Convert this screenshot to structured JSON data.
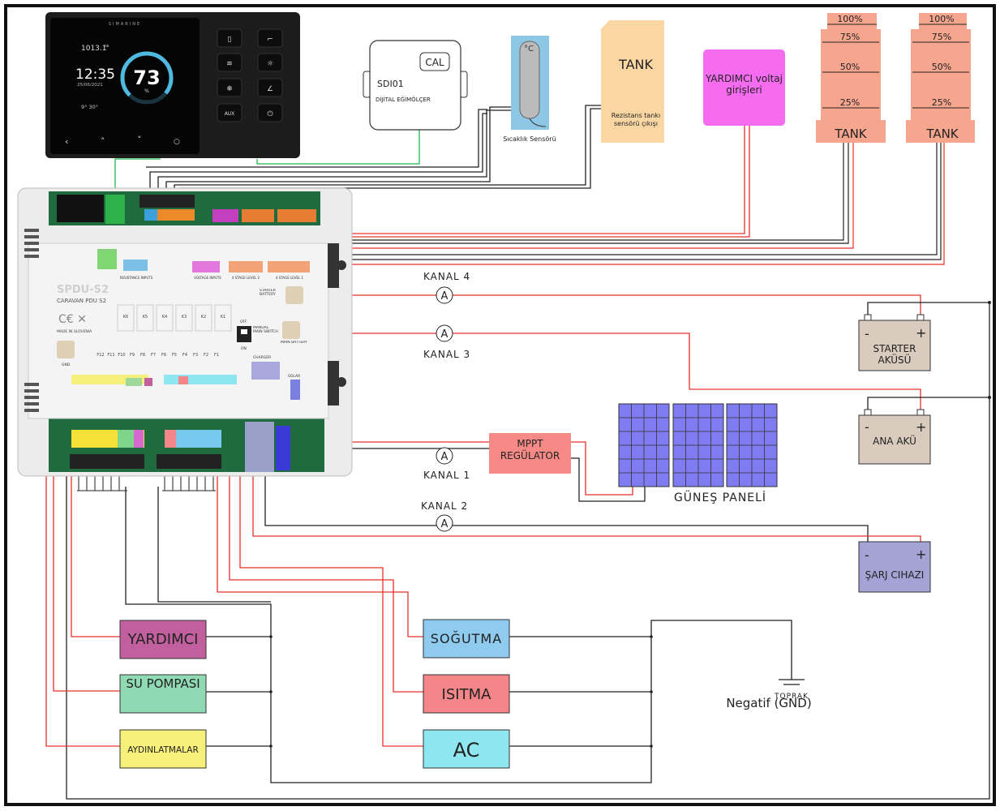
{
  "colors": {
    "frame": "#111111",
    "red_wire": "#e8302a",
    "black_wire": "#222222",
    "green_wire": "#22b84a",
    "yardimci_box": "#c25f9e",
    "su_pompasi_box": "#8fd9b3",
    "aydinlatmalar_box": "#f6f07a",
    "sogutma_box": "#8ecbef",
    "isitma_box": "#f4868a",
    "ac_box": "#8de6f0",
    "mppt_box": "#f78a86",
    "battery_box": "#d9cbbd",
    "charger_box": "#a3a3d6",
    "tank_sensor_box": "#fad6a3",
    "aux_voltage_box": "#f66cf0",
    "tank_box": "#f6a58e",
    "temp_sensor_box": "#8ec7e6",
    "solar_cell": "#7f7bf0"
  },
  "display": {
    "brand": "SIMARINE",
    "pressure": "1013.1",
    "pressure_unit": "mb",
    "time": "12:35",
    "date": "25/06/2021",
    "value": "73",
    "unit": "%",
    "temp": "9° 30°",
    "aux_button": "AUX"
  },
  "tilt": {
    "cal": "CAL",
    "model": "SDI01",
    "name": "DİJİTAL EĞİMÖLÇER"
  },
  "temp_sensor": {
    "symbol": "°C",
    "caption": "Sıcaklık Sensörü"
  },
  "resist_tank": {
    "title": "TANK",
    "caption": "Rezistans tankı sensörü çıkışı"
  },
  "aux_voltage": {
    "label": "YARDIMCI voltaj girişleri"
  },
  "tanks": [
    {
      "label": "TANK",
      "levels": [
        "100%",
        "75%",
        "50%",
        "25%"
      ]
    },
    {
      "label": "TANK",
      "levels": [
        "100%",
        "75%",
        "50%",
        "25%"
      ]
    }
  ],
  "pdu": {
    "model": "SPDU-S2",
    "subtitle": "CARAVAN PDU S2",
    "made_in": "MADE IN SLOVENIA",
    "labels": {
      "starter": "STARTER BATTERY",
      "main": "MAIN BATTERY",
      "switch": "MANUAL MAIN SWITCH",
      "off": "OFF",
      "on": "ON",
      "charger": "CHARGER",
      "solar": "SOLAR",
      "gnd": "GND",
      "resistance": "RESISTANCE INPUTS",
      "voltage": "VOLTAGE INPUTS",
      "stage2": "4 STAGE LEVEL 2",
      "stage1": "4 STAGE LEVEL 1"
    },
    "relays": [
      "K6",
      "K5",
      "K4",
      "K3",
      "K2",
      "K1"
    ],
    "fuses": [
      "F12",
      "F11",
      "F10",
      "F9",
      "F8",
      "F7",
      "F6",
      "F5",
      "F4",
      "F3",
      "F2",
      "F1"
    ]
  },
  "channels": {
    "k4": "KANAL 4",
    "k3": "KANAL 3",
    "k1": "KANAL 1",
    "k2": "KANAL 2",
    "ammeter": "A"
  },
  "batteries": {
    "starter": "STARTER AKÜSÜ",
    "main": "ANA AKÜ",
    "charger": "ŞARJ CIHAZI",
    "minus": "-",
    "plus": "+"
  },
  "mppt": {
    "label": "MPPT REGÜLATOR"
  },
  "solar": {
    "label": "GÜNEŞ PANELİ"
  },
  "loads": {
    "yardimci": "YARDIMCI",
    "su_pompasi": "SU POMPASI",
    "aydinlatmalar": "AYDINLATMALAR",
    "sogutma": "SOĞUTMA",
    "isitma": "ISITMA",
    "ac": "AC"
  },
  "ground": {
    "top": "TOPRAK",
    "label": "Negatif (GND)"
  }
}
